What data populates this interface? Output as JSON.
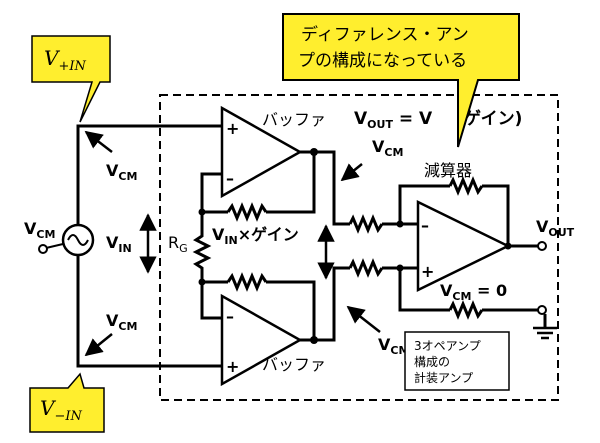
{
  "callouts": {
    "top_line1": "ディファレンス・アン",
    "top_line2": "プの構成になっている",
    "vin_pos_main": "V",
    "vin_pos_sub": "+IN",
    "vin_neg_main": "V",
    "vin_neg_sub": "−IN"
  },
  "labels": {
    "buffer": "バッファ",
    "subtractor": "減算器",
    "vout_eq_main": "V",
    "vout_eq_sub": "OUT",
    "vout_eq_rest": " = V",
    "vout_eq_tail": "ゲイン)",
    "vin_gain_main": "V",
    "vin_gain_sub": "IN",
    "vin_gain_rest": "×ゲイン",
    "vcm_main": "V",
    "vcm_sub": "CM",
    "vin_main": "V",
    "vin_sub": "IN",
    "rg_main": "R",
    "rg_sub": "G",
    "vout_main": "V",
    "vout_sub": "OUT",
    "vcm_zero_rest": " = 0",
    "plus": "+",
    "minus": "–"
  },
  "note": {
    "line1": "3オペアンプ",
    "line2": "構成の",
    "line3": "計装アンプ"
  },
  "colors": {
    "callout_fill": "#ffee2e",
    "callout_stroke": "#000000",
    "wire": "#000000"
  }
}
